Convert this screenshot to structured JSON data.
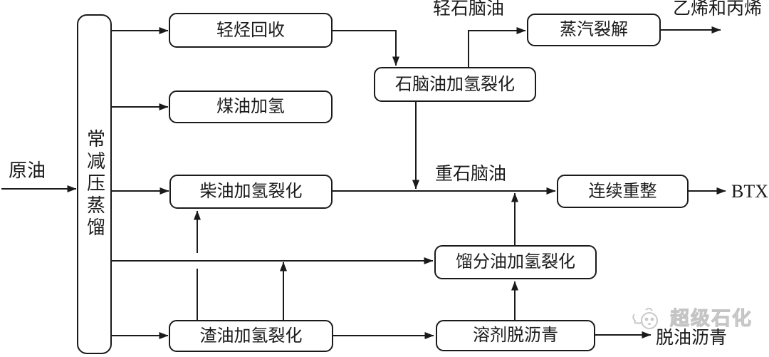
{
  "diagram": {
    "title_hint": "crude-oil-refining-process-flow",
    "nodes": {
      "distillation": {
        "label": "常减压蒸馏"
      },
      "light_hydrocarbon_recovery": {
        "label": "轻烃回收"
      },
      "kerosene_hydrotreating": {
        "label": "煤油加氢"
      },
      "diesel_hydrocracking": {
        "label": "柴油加氢裂化"
      },
      "residue_hydrocracking": {
        "label": "渣油加氢裂化"
      },
      "naphtha_hydrocracking": {
        "label": "石脑油加氢裂化"
      },
      "steam_cracking": {
        "label": "蒸汽裂解"
      },
      "continuous_reforming": {
        "label": "连续重整"
      },
      "distillate_hydrocracking": {
        "label": "馏分油加氢裂化"
      },
      "solvent_deasphalting": {
        "label": "溶剂脱沥青"
      }
    },
    "stream_labels": {
      "crude_oil": "原油",
      "light_naphtha": "轻石脑油",
      "ethylene_propylene": "乙烯和丙烯",
      "heavy_naphtha": "重石脑油",
      "btx": "BTX",
      "deoiled_asphalt": "脱油沥青"
    },
    "edges": [
      {
        "from": "crude_oil_feed",
        "to": "distillation",
        "label": "原油"
      },
      {
        "from": "distillation",
        "to": "light_hydrocarbon_recovery",
        "label": ""
      },
      {
        "from": "distillation",
        "to": "kerosene_hydrotreating",
        "label": ""
      },
      {
        "from": "distillation",
        "to": "diesel_hydrocracking",
        "label": ""
      },
      {
        "from": "distillation",
        "to": "distillate_hydrocracking",
        "label": ""
      },
      {
        "from": "distillation",
        "to": "residue_hydrocracking",
        "label": ""
      },
      {
        "from": "light_hydrocarbon_recovery",
        "to": "naphtha_hydrocracking",
        "label": ""
      },
      {
        "from": "naphtha_hydrocracking",
        "to": "steam_cracking",
        "label": "轻石脑油"
      },
      {
        "from": "steam_cracking",
        "to": "product_out",
        "label": "乙烯和丙烯"
      },
      {
        "from": "naphtha_hydrocracking",
        "to": "continuous_reforming",
        "label": "重石脑油"
      },
      {
        "from": "diesel_hydrocracking",
        "to": "continuous_reforming",
        "label": ""
      },
      {
        "from": "continuous_reforming",
        "to": "product_out",
        "label": "BTX"
      },
      {
        "from": "residue_hydrocracking",
        "to": "diesel_hydrocracking",
        "label": ""
      },
      {
        "from": "residue_hydrocracking",
        "to": "distillate_hydrocracking",
        "label": ""
      },
      {
        "from": "residue_hydrocracking",
        "to": "solvent_deasphalting",
        "label": ""
      },
      {
        "from": "distillate_hydrocracking",
        "to": "continuous_reforming",
        "label": ""
      },
      {
        "from": "solvent_deasphalting",
        "to": "distillate_hydrocracking",
        "label": ""
      },
      {
        "from": "solvent_deasphalting",
        "to": "product_out",
        "label": "脱油沥青"
      }
    ],
    "watermark": {
      "text": "超级石化"
    },
    "colors": {
      "line": "#1a1a1a",
      "box_bg": "#ffffff",
      "watermark": "#c9c9c9"
    }
  }
}
